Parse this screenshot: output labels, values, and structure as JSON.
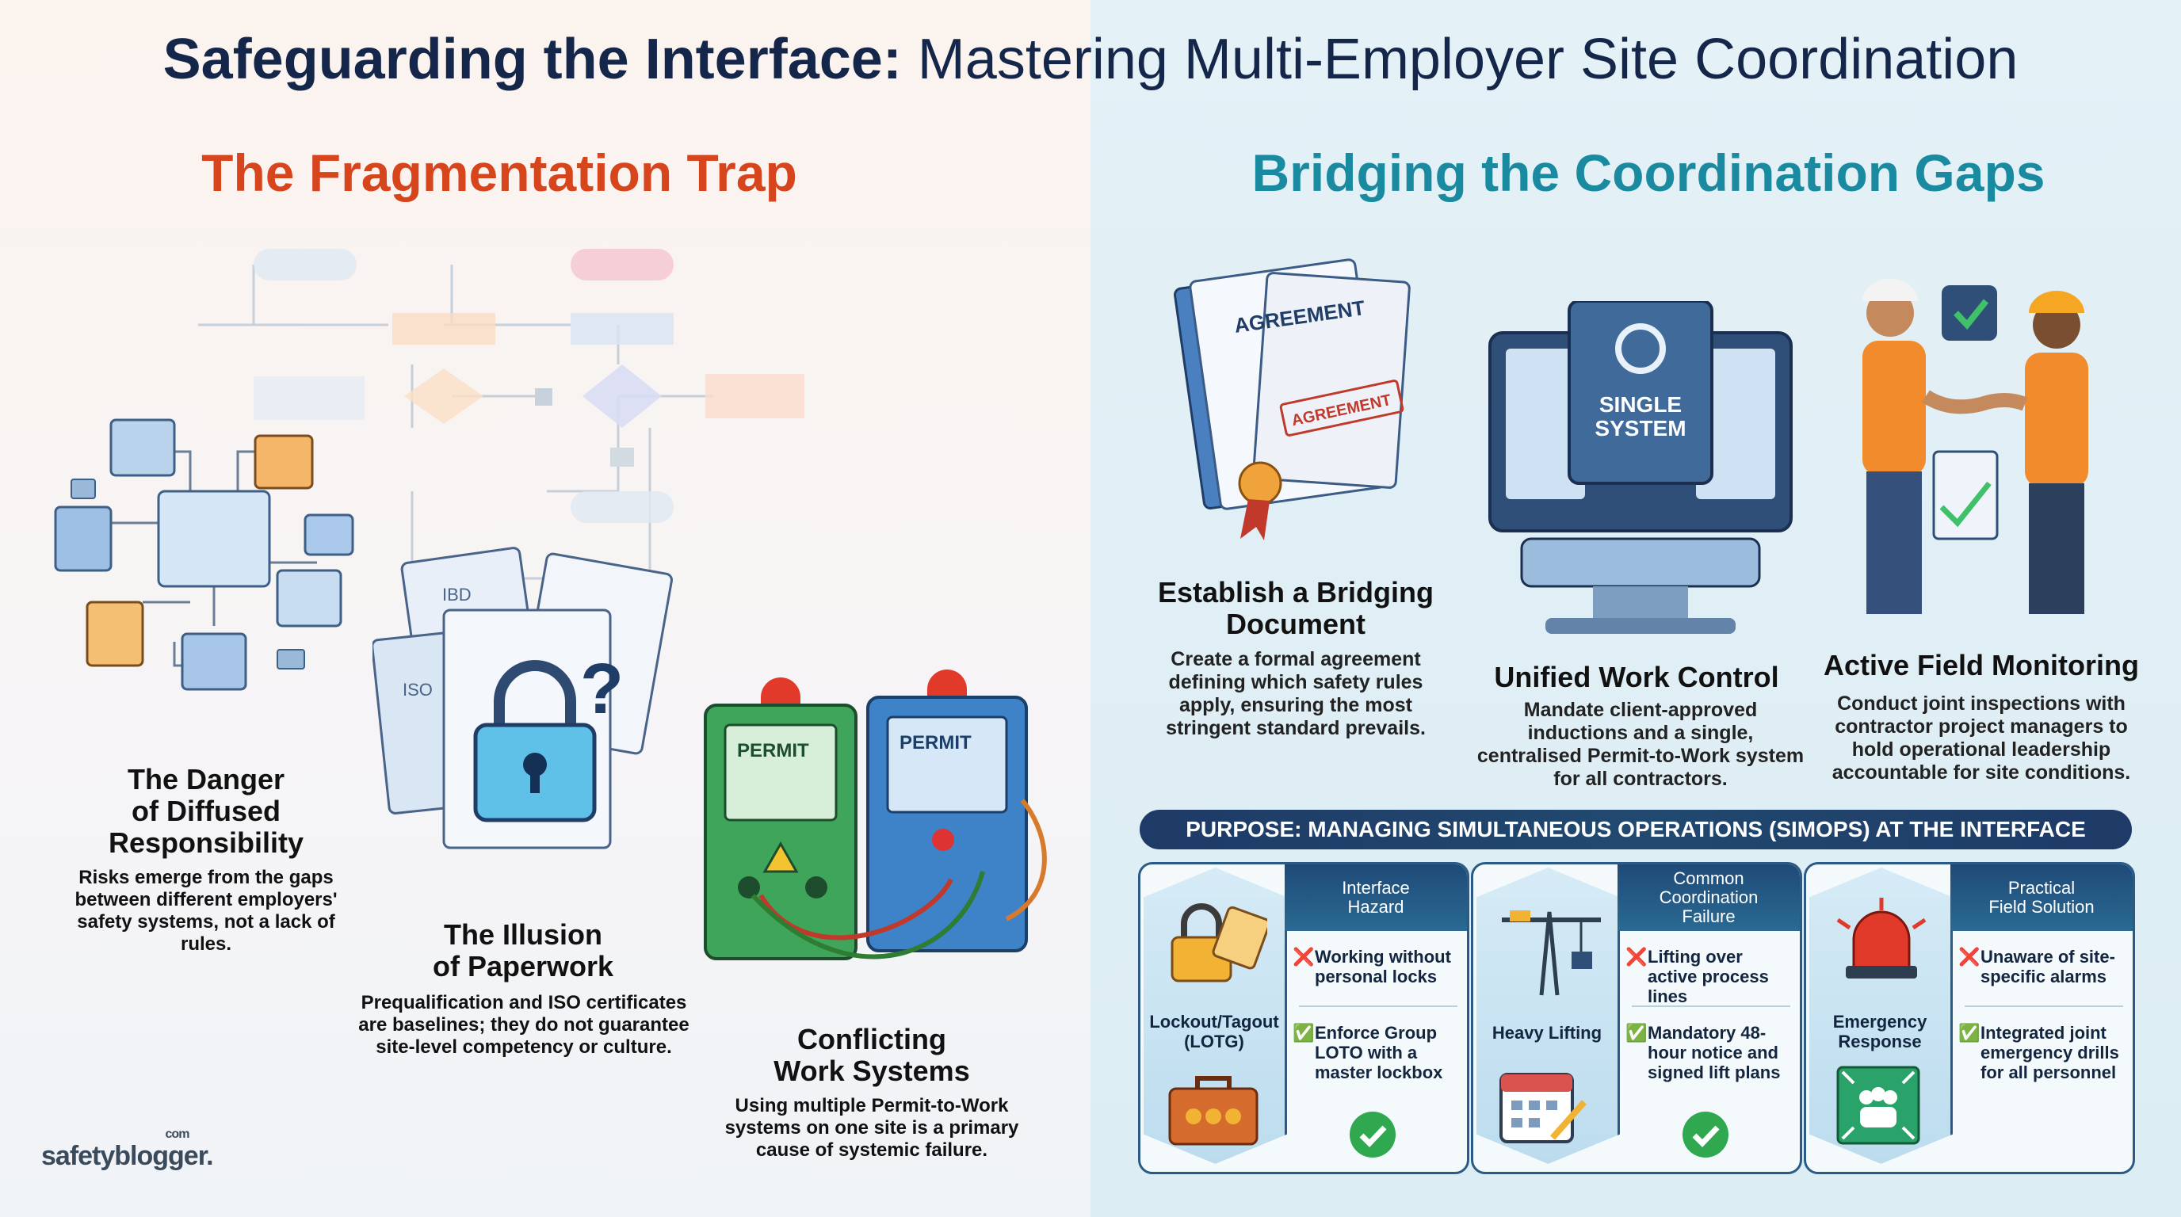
{
  "title": {
    "bold": "Safeguarding the Interface:",
    "rest": " Mastering Multi-Employer Site Coordination"
  },
  "left": {
    "heading": "The Fragmentation Trap",
    "danger": {
      "title": "The Danger\nof Diffused\nResponsibility",
      "desc": "Risks emerge from the gaps between different employers' safety systems, not a lack of rules."
    },
    "illusion": {
      "title": "The Illusion\nof Paperwork",
      "desc": "Prequalification and ISO certificates are baselines; they do not guarantee site-level competency or culture."
    },
    "conflict": {
      "title": "Conflicting\nWork Systems",
      "desc": "Using multiple Permit-to-Work systems on one site is a primary cause of systemic failure."
    },
    "doc_labels": {
      "ibd": "IBD",
      "iso": "ISO",
      "permit1": "PERMIT",
      "permit2": "PERMIT"
    }
  },
  "right": {
    "heading": "Bridging the Coordination Gaps",
    "bridging": {
      "title": "Establish a Bridging\nDocument",
      "desc": "Create a formal agreement defining which safety rules apply, ensuring the most stringent standard prevails.",
      "doc1": "AGREEMENT",
      "doc2": "AGREEMENT"
    },
    "unified": {
      "title": "Unified Work Control",
      "desc": "Mandate client-approved inductions and a single, centralised Permit-to-Work system for all contractors.",
      "screen": "SINGLE\nSYSTEM"
    },
    "field": {
      "title": "Active Field Monitoring",
      "desc": "Conduct joint inspections with contractor project managers to hold operational leadership accountable for site conditions."
    },
    "purpose": "PURPOSE: MANAGING SIMULTANEOUS OPERATIONS (SIMOPS) AT THE INTERFACE",
    "cards": [
      {
        "category": "Interface\nHazard",
        "label": "Lockout/Tagout\n(LOTG)",
        "bad": "Working without personal locks",
        "good": "Enforce Group LOTO with a master lockbox"
      },
      {
        "category": "Common\nCoordination\nFailure",
        "label": "Heavy Lifting",
        "bad": "Lifting over active process lines",
        "good": "Mandatory 48-hour notice and signed lift plans"
      },
      {
        "category": "Practical\nField Solution",
        "label": "Emergency\nResponse",
        "bad": "Unaware of site-specific alarms",
        "good": "Integrated joint emergency drills for all personnel"
      }
    ]
  },
  "logo": {
    "main": "safetyblogger.",
    "sup": "com"
  }
}
